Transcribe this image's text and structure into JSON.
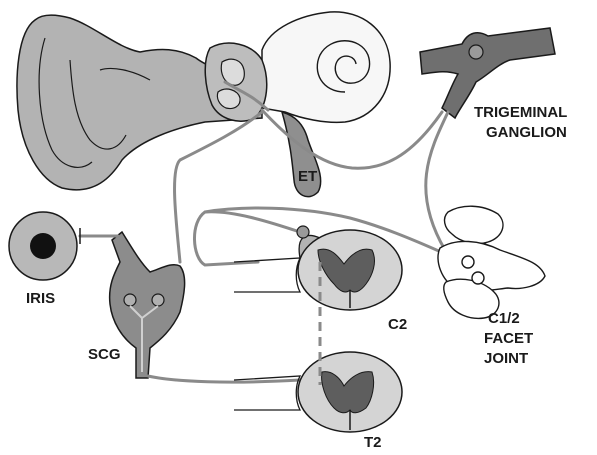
{
  "labels": {
    "et": "ET",
    "trigeminal_line1": "TRIGEMINAL",
    "trigeminal_line2": "GANGLION",
    "iris": "IRIS",
    "scg": "SCG",
    "c2": "C2",
    "facet_line1": "C1/2",
    "facet_line2": "FACET",
    "facet_line3": "JOINT",
    "t2": "T2"
  },
  "colors": {
    "nerve": "#8a8a8a",
    "fill_light": "#c9c9c9",
    "fill_mid": "#a9a9a9",
    "fill_dark": "#6b6b6b",
    "outline": "#1a1a1a"
  }
}
